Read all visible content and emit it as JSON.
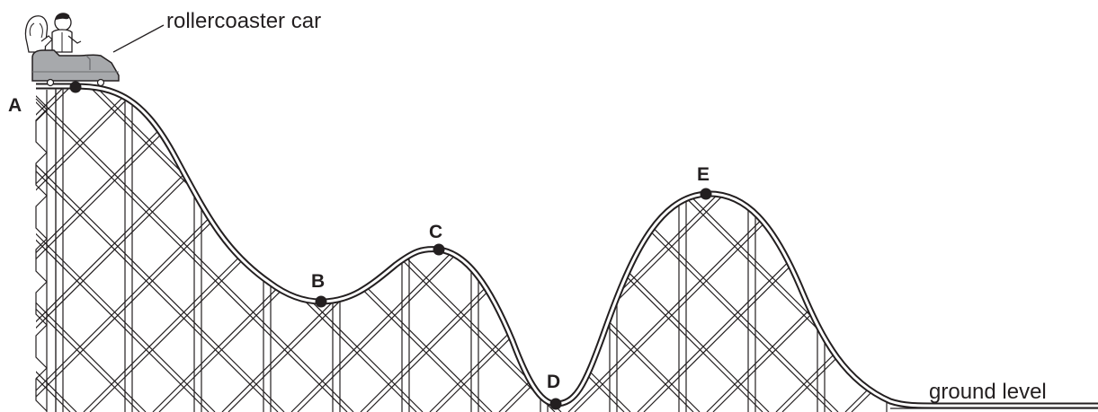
{
  "diagram": {
    "car_label": "rollercoaster car",
    "ground_label": "ground level",
    "points": [
      {
        "id": "A",
        "label": "A"
      },
      {
        "id": "B",
        "label": "B"
      },
      {
        "id": "C",
        "label": "C"
      },
      {
        "id": "D",
        "label": "D"
      },
      {
        "id": "E",
        "label": "E"
      }
    ]
  },
  "colors": {
    "ink": "#231f20",
    "car_body": "#a7a9ac",
    "car_dark": "#6d6e71"
  }
}
